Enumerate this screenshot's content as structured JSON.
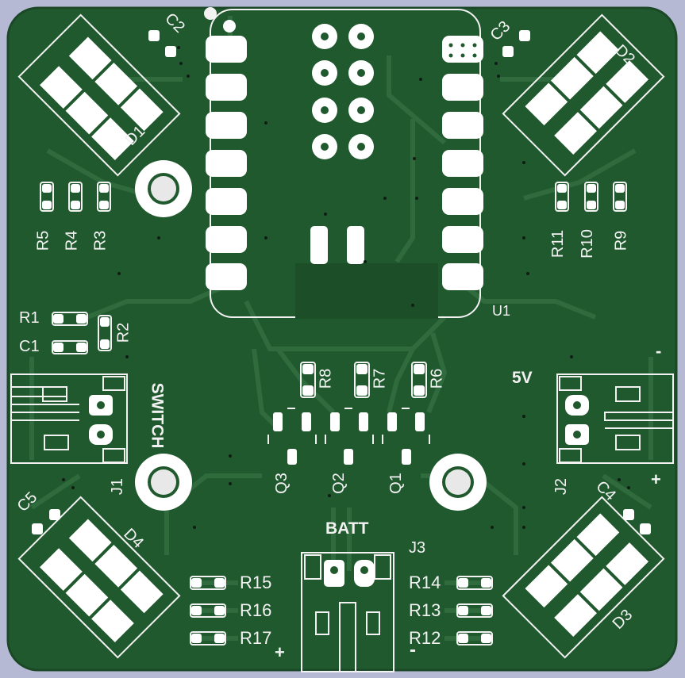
{
  "colors": {
    "background": "#b6b9d3",
    "board": "#21592f",
    "board_edge": "#1a4826",
    "trace": "#2f6b3c",
    "pad": "#ffffff",
    "silkscreen": "#f2f2f2",
    "hole": "#ffffff"
  },
  "labels": {
    "d1": "D1",
    "d2": "D2",
    "d3": "D3",
    "d4": "D4",
    "c1": "C1",
    "c2": "C2",
    "c3": "C3",
    "c4": "C4",
    "c5": "C5",
    "r1": "R1",
    "r2": "R2",
    "r3": "R3",
    "r4": "R4",
    "r5": "R5",
    "r6": "R6",
    "r7": "R7",
    "r8": "R8",
    "r9": "R9",
    "r10": "R10",
    "r11": "R11",
    "r12": "R12",
    "r13": "R13",
    "r14": "R14",
    "r15": "R15",
    "r16": "R16",
    "r17": "R17",
    "q1": "Q1",
    "q2": "Q2",
    "q3": "Q3",
    "u1": "U1",
    "j1": "J1",
    "j2": "J2",
    "j3": "J3",
    "switch": "SWITCH",
    "five_v": "5V",
    "batt": "BATT",
    "minus_j2": "-",
    "plus_j2": "+",
    "plus_batt": "+",
    "minus_batt": "-"
  }
}
